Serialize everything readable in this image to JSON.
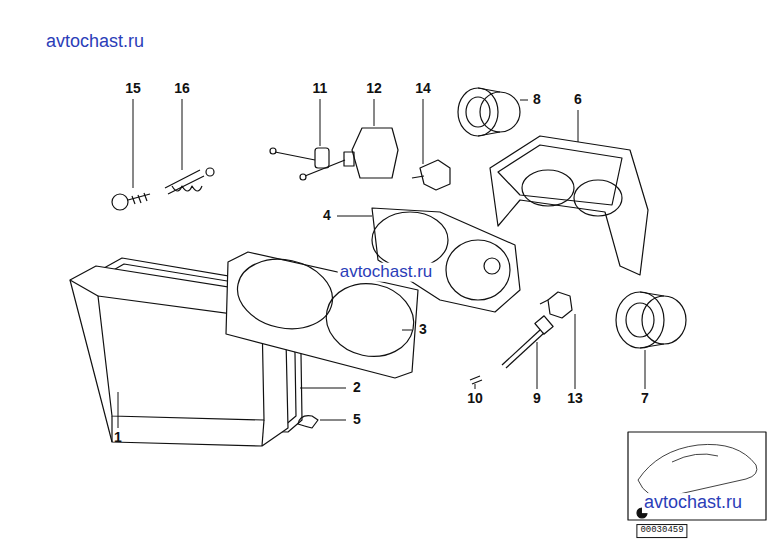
{
  "diagram": {
    "labels": [
      "avtochast.ru",
      "15",
      "16",
      "11",
      "12",
      "14",
      "8",
      "6",
      "4",
      "avtochast.ru",
      "3",
      "2",
      "10",
      "9",
      "13",
      "7",
      "1",
      "5",
      "avtochast.ru",
      "00030459"
    ]
  }
}
